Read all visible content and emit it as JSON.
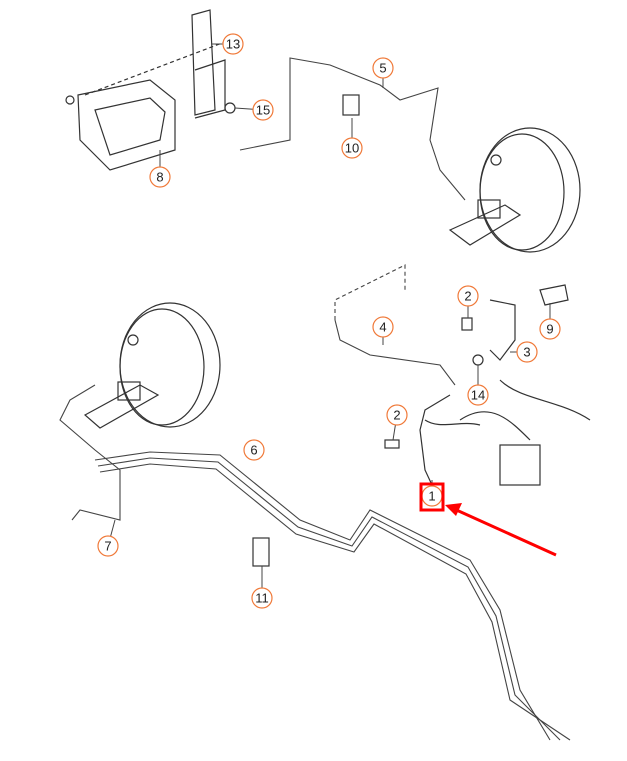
{
  "diagram": {
    "callouts": [
      "13",
      "15",
      "8",
      "5",
      "10",
      "2",
      "9",
      "4",
      "3",
      "14",
      "2",
      "1",
      "6",
      "7",
      "11"
    ],
    "highlighted_callout": "1",
    "highlight_color": "#ff0000",
    "callout_ring_color": "#f07a3a"
  }
}
